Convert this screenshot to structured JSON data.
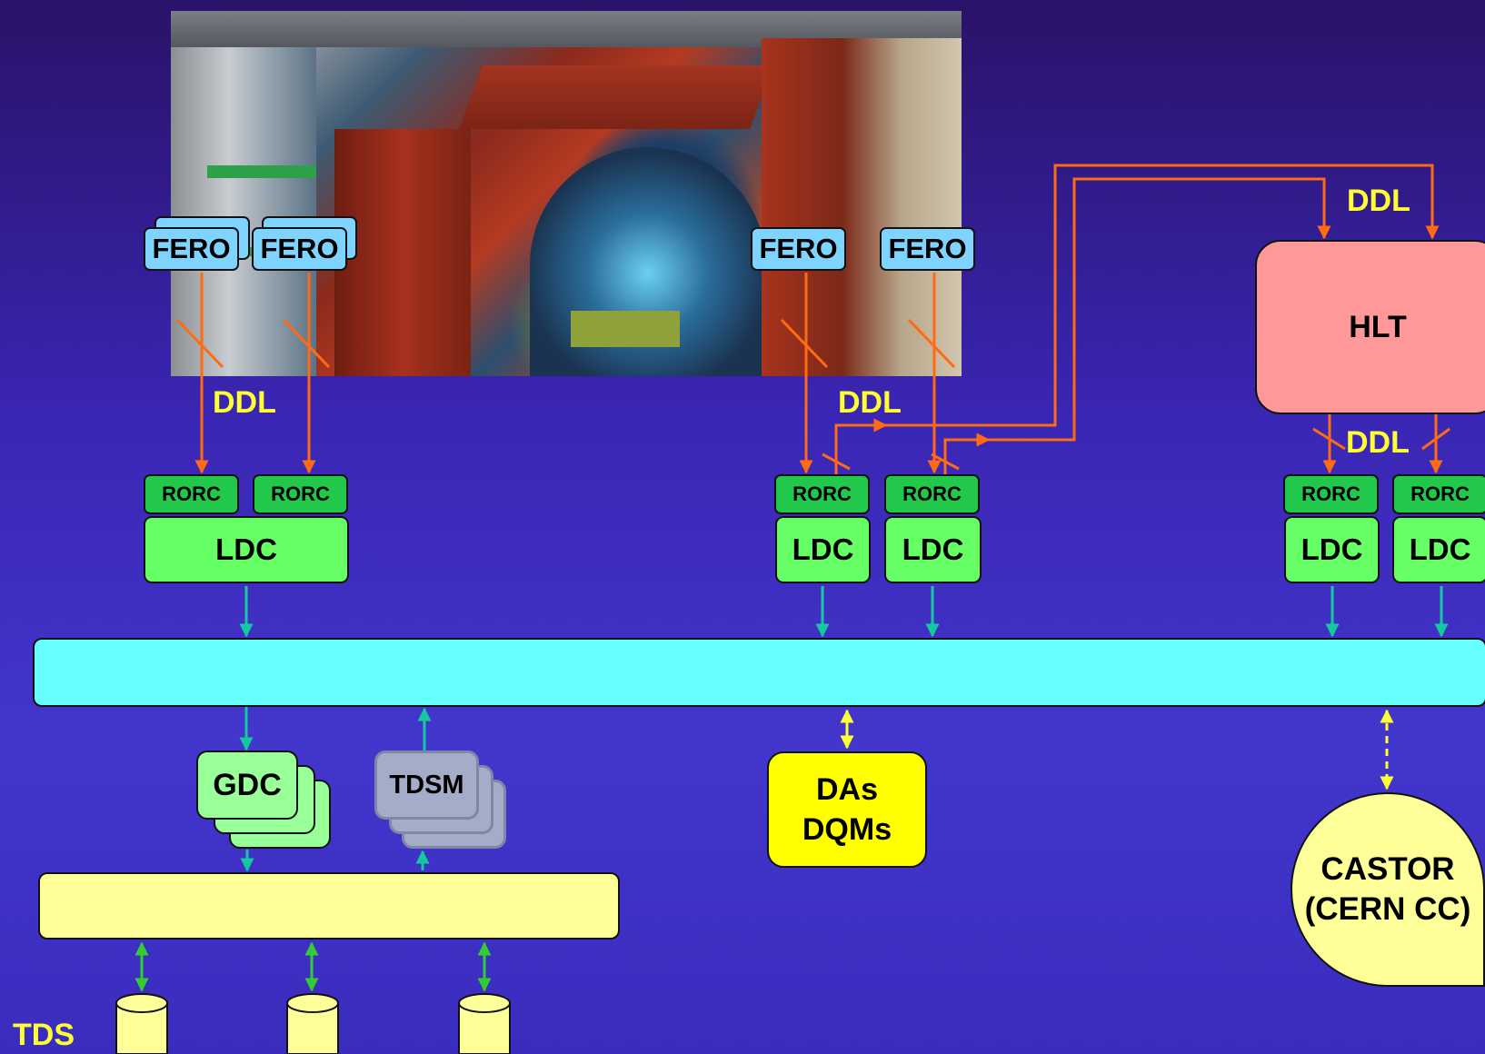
{
  "labels": {
    "fero": "FERO",
    "rorc": "RORC",
    "ldc": "LDC",
    "ddl": "DDL",
    "hlt": "HLT",
    "gdc": "GDC",
    "tdsm": "TDSM",
    "das_line1": "DAs",
    "das_line2": "DQMs",
    "castor_line1": "CASTOR",
    "castor_line2": "(CERN CC)",
    "tds": "TDS"
  },
  "colors": {
    "background": "#3a26b4",
    "fero": "#7fd3ff",
    "rorc": "#22c84a",
    "ldc": "#66ff66",
    "hlt": "#ff9999",
    "event_building_network": "#66ffff",
    "storage_network": "#ffff99",
    "gdc": "#99ff99",
    "tdsm": "#a3adc8",
    "das": "#ffff00",
    "castor": "#ffff99",
    "ddl_link": "#ff6a14",
    "ldc_link": "#14c8a0",
    "storage_link": "#33cc33",
    "label_text": "#ffff33"
  },
  "image": "detector-photo"
}
